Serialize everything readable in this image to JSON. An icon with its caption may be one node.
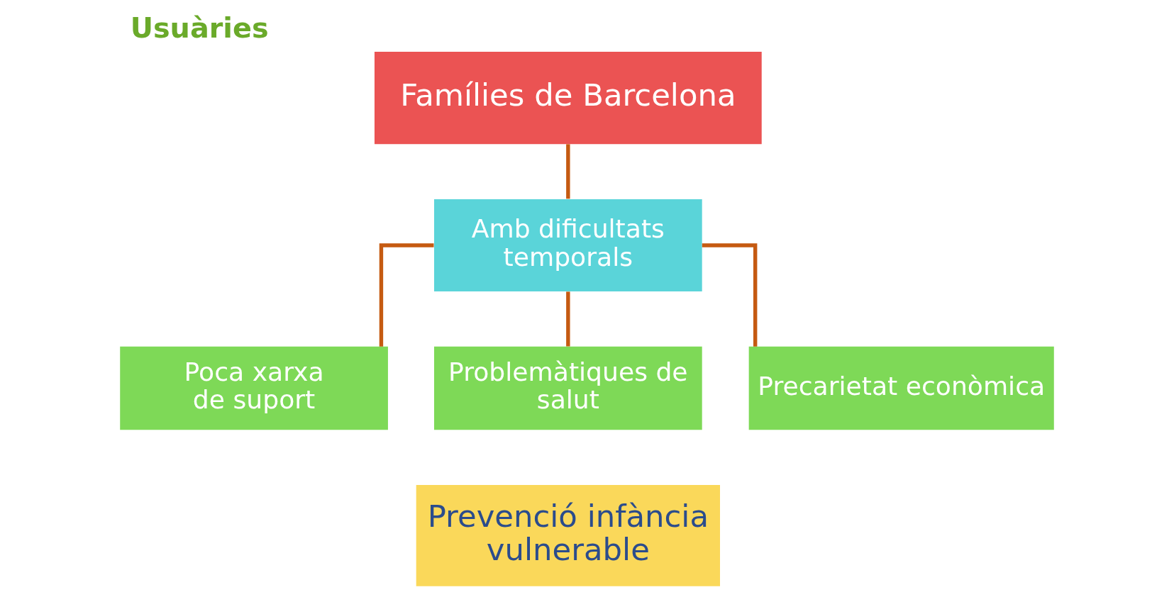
{
  "diagram": {
    "title": "Usuàries",
    "nodes": [
      {
        "text": [
          "Famílies de Barcelona"
        ]
      },
      {
        "text": [
          "Amb dificultats temporals"
        ]
      },
      {
        "text": [
          "Poca xarxa de suport"
        ]
      },
      {
        "text": [
          "Problemàtiques de salut"
        ]
      },
      {
        "text": [
          "Precarietat econòmica"
        ]
      },
      {
        "text": [
          "Prevenció infància vulnerable"
        ]
      }
    ],
    "edges": [
      {
        "from": 0,
        "to": 1,
        "arrow": "none"
      },
      {
        "from": 1,
        "to": 2,
        "arrow": "none"
      },
      {
        "from": 1,
        "to": 3,
        "arrow": "none"
      },
      {
        "from": 1,
        "to": 4,
        "arrow": "none"
      }
    ]
  }
}
